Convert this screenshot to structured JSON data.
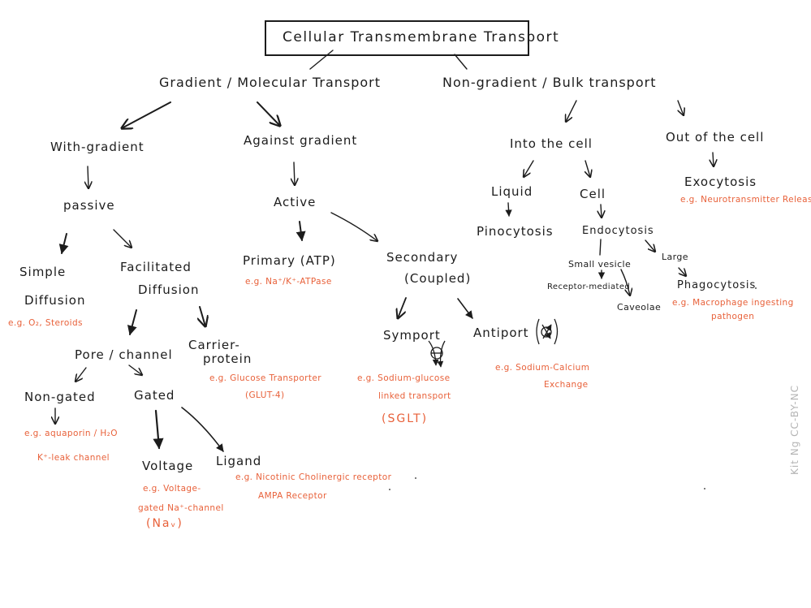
{
  "title": "Cellular Transmembrane Transport",
  "gradient": "Gradient / Molecular Transport",
  "nongradient": "Non-gradient / Bulk transport",
  "with_gradient": "With-gradient",
  "passive": "passive",
  "simple_diffusion": [
    "Simple",
    "Diffusion"
  ],
  "simple_example": "e.g. O₂, Steroids",
  "facilitated": [
    "Facilitated",
    "Diffusion"
  ],
  "pore_channel": "Pore / channel",
  "carrier_protein": [
    "Carrier-",
    "protein"
  ],
  "carrier_example": [
    "e.g. Glucose Transporter",
    "(GLUT-4)"
  ],
  "non_gated": "Non-gated",
  "non_gated_example": [
    "e.g. aquaporin / H₂O",
    "K⁺-leak channel"
  ],
  "gated": "Gated",
  "voltage": "Voltage",
  "voltage_example": [
    "e.g. Voltage-",
    "gated Na⁺-channel",
    "(Naᵥ)"
  ],
  "ligand": "Ligand",
  "ligand_example": [
    "e.g. Nicotinic Cholinergic receptor",
    "AMPA Receptor"
  ],
  "against_gradient": "Against gradient",
  "active": "Active",
  "primary": "Primary (ATP)",
  "primary_example": "e.g. Na⁺/K⁺-ATPase",
  "secondary": [
    "Secondary",
    "(Coupled)"
  ],
  "symport": "Symport",
  "symport_example": [
    "e.g. Sodium-glucose",
    "linked transport",
    "(SGLT)"
  ],
  "antiport": "Antiport",
  "antiport_example": [
    "e.g. Sodium-Calcium",
    "Exchange"
  ],
  "into_cell": "Into the cell",
  "liquid": "Liquid",
  "pinocytosis": "Pinocytosis",
  "cell": "Cell",
  "endocytosis": "Endocytosis",
  "small_vesicle": "Small vesicle",
  "receptor_mediated": "Receptor-mediated",
  "caveolae": "Caveolae",
  "large": "Large",
  "phagocytosis": "Phagocytosis",
  "phagocytosis_example": [
    "e.g. Macrophage ingesting",
    "pathogen"
  ],
  "out_cell": "Out of the cell",
  "exocytosis": "Exocytosis",
  "exocytosis_example": "e.g. Neurotransmitter Release",
  "credit": "Kit Ng CC-BY-NC",
  "colors": {
    "ink": "#1c1c1c",
    "example": "#e8613a",
    "credit": "#b5b5b5"
  }
}
